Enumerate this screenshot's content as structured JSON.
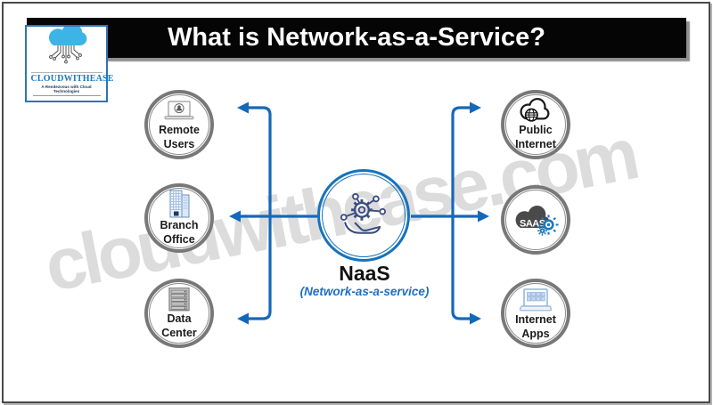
{
  "title": "What is Network-as-a-Service?",
  "watermark": "cloudwithease.com",
  "logo": {
    "brand": "CLOUDWITHEASE",
    "tagline": "A Rendezvous with Cloud Technologies"
  },
  "center": {
    "label": "NaaS",
    "sublabel": "(Network-as-a-service)"
  },
  "nodes": {
    "left": [
      {
        "line1": "Remote",
        "line2": "Users",
        "icon": "remote-user-laptop-icon"
      },
      {
        "line1": "Branch",
        "line2": "Office",
        "icon": "branch-office-building-icon"
      },
      {
        "line1": "Data",
        "line2": "Center",
        "icon": "data-center-server-icon"
      }
    ],
    "right": [
      {
        "line1": "Public",
        "line2": "Internet",
        "icon": "public-internet-cloud-globe-icon"
      },
      {
        "cloud_text": "SAAS",
        "icon": "saas-cloud-gear-icon"
      },
      {
        "line1": "Internet",
        "line2": "Apps",
        "icon": "internet-apps-laptop-icon"
      }
    ]
  },
  "colors": {
    "accent_blue": "#1568b8",
    "central_ring_blue": "#1673bd",
    "node_ring_gray": "#787878",
    "title_bg": "#050505",
    "title_text": "#ffffff",
    "watermark_gray": "#dcdcdc",
    "logo_cloud_blue": "#3cb4e5",
    "brand_text_blue": "#1779c4",
    "saas_cloud_gray": "#4a4a4a",
    "naas_icon_navy": "#3a4d82"
  }
}
